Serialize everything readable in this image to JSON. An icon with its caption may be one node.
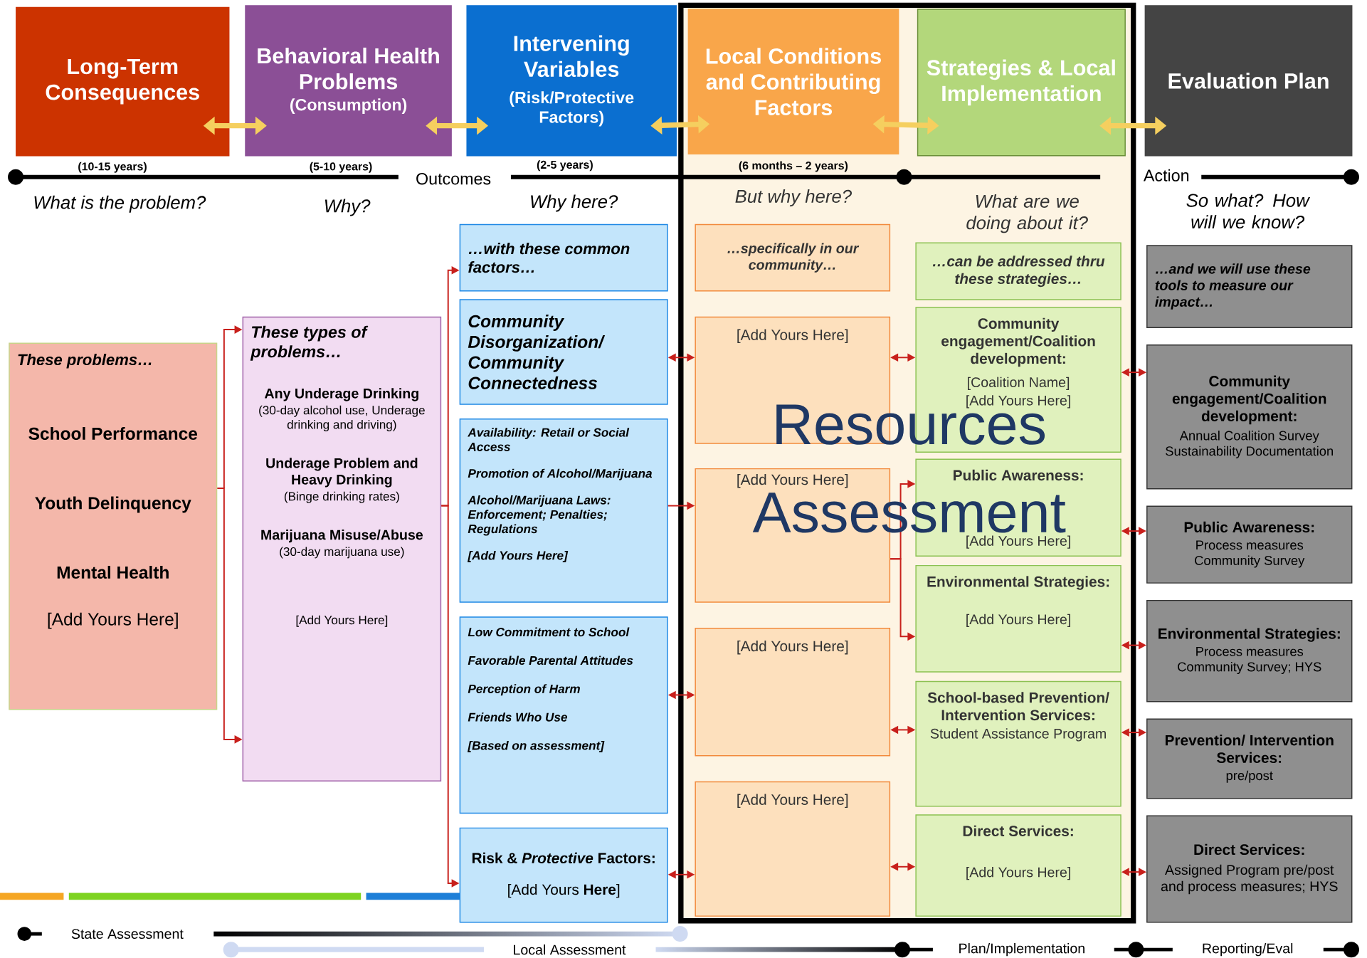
{
  "diagram": {
    "nodes": [
      {
        "text": [
          "Long-Term Consequences"
        ],
        "beside": [
          "(10-15 years)"
        ]
      },
      {
        "text": [
          "Behavioral Health Problems",
          "(Consumption)"
        ],
        "beside": [
          "(5-10 years)"
        ]
      },
      {
        "text": [
          "Intervening Variables",
          "(Risk/Protective Factors)"
        ],
        "beside": [
          "(2-5 years)"
        ]
      },
      {
        "text": [
          "Local Conditions and Contributing Factors"
        ],
        "beside": [
          "(6 months – 2 years)"
        ]
      },
      {
        "text": [
          "Strategies & Local Implementation"
        ]
      },
      {
        "text": [
          "Evaluation Plan"
        ]
      },
      {
        "text": [
          "These problems…",
          "School Performance",
          "Youth Delinquency",
          "Mental Health",
          "[Add Yours Here]"
        ]
      },
      {
        "text": [
          "These types of problems…",
          "Any Underage Drinking",
          "(30-day alcohol  use, Underage drinking and driving)",
          "Underage Problem and Heavy Drinking",
          "(Binge drinking rates)",
          "Marijuana Misuse/Abuse",
          "(30-day marijuana use)",
          "[Add Yours Here]"
        ]
      },
      {
        "text": [
          "…with these common factors…"
        ]
      },
      {
        "text": [
          "Community Disorganization/ Community Connectedness"
        ]
      },
      {
        "text": [
          "Availability:  Retail  or Social Access",
          "Promotion of Alcohol/Marijuana",
          "Alcohol/Marijuana  Laws: Enforcement; Penalties; Regulations",
          "[Add Yours Here]"
        ]
      },
      {
        "text": [
          "Low Commitment to School",
          "Favorable Parental Attitudes",
          "Perception of Harm",
          "Friends Who Use",
          "[Based on assessment]"
        ]
      },
      {
        "text": [
          "Risk & *Protective* Factors:",
          "[Add Yours **Here**]"
        ]
      },
      {
        "text": [
          "…specifically in our community…"
        ]
      },
      {
        "text": [
          "[Add Yours Here]"
        ]
      },
      {
        "text": [
          "[Add Yours Here]"
        ]
      },
      {
        "text": [
          "[Add Yours Here]"
        ]
      },
      {
        "text": [
          "[Add Yours Here]"
        ]
      },
      {
        "text": [
          "…can be addressed thru these strategies…"
        ]
      },
      {
        "text": [
          "Community engagement/Coalition development:",
          "[Coalition Name]",
          "[Add Yours Here]"
        ]
      },
      {
        "text": [
          "Public Awareness:",
          "[Add Yours Here]"
        ]
      },
      {
        "text": [
          "Environmental Strategies:",
          "[Add Yours Here]"
        ]
      },
      {
        "text": [
          "School-based Prevention/ Intervention  Services:",
          "Student Assistance Program"
        ]
      },
      {
        "text": [
          "Direct Services:",
          "[Add Yours Here]"
        ]
      },
      {
        "text": [
          "…and we will use these tools to measure our impact…"
        ]
      },
      {
        "text": [
          "Community engagement/Coalition development:",
          "Annual Coalition Survey",
          "Sustainability Documentation"
        ]
      },
      {
        "text": [
          "Public Awareness:",
          "Process measures",
          "Community Survey"
        ]
      },
      {
        "text": [
          "Environmental Strategies:",
          "Process measures",
          "Community Survey; HYS"
        ]
      },
      {
        "text": [
          "Prevention/ Intervention  Services:",
          "pre/post"
        ]
      },
      {
        "text": [
          "Direct Services:",
          "Assigned Program pre/post and  process measures; HYS"
        ]
      }
    ],
    "edges": [
      {
        "from": 0,
        "to": 1,
        "arrow": "both",
        "style": "thick",
        "color": "#f5cf5f"
      },
      {
        "from": 1,
        "to": 2,
        "arrow": "both",
        "style": "thick",
        "color": "#f5cf5f"
      },
      {
        "from": 2,
        "to": 3,
        "arrow": "both",
        "style": "thick",
        "color": "#f5cf5f"
      },
      {
        "from": 3,
        "to": 4,
        "arrow": "both",
        "style": "thick",
        "color": "#f5cf5f"
      },
      {
        "from": 4,
        "to": 5,
        "arrow": "both",
        "style": "thick",
        "color": "#f5cf5f"
      },
      {
        "from": 6,
        "to": 7,
        "arrow": "to"
      },
      {
        "from": 7,
        "to": 8,
        "arrow": "to"
      },
      {
        "from": 7,
        "to": 12,
        "arrow": "to"
      },
      {
        "from": 9,
        "to": 14,
        "arrow": "both"
      },
      {
        "from": 10,
        "to": 15,
        "arrow": "to"
      },
      {
        "from": 11,
        "to": 16,
        "arrow": "both"
      },
      {
        "from": 12,
        "to": 17,
        "arrow": "both"
      },
      {
        "from": 14,
        "to": 19,
        "arrow": "both"
      },
      {
        "from": 15,
        "to": 20,
        "arrow": "to"
      },
      {
        "from": 15,
        "to": 21,
        "arrow": "to"
      },
      {
        "from": 16,
        "to": 22,
        "arrow": "both"
      },
      {
        "from": 17,
        "to": 23,
        "arrow": "both"
      },
      {
        "from": 19,
        "to": 25,
        "arrow": "both"
      },
      {
        "from": 20,
        "to": 26,
        "arrow": "both"
      },
      {
        "from": 21,
        "to": 27,
        "arrow": "both"
      },
      {
        "from": 22,
        "to": 28,
        "arrow": "both"
      },
      {
        "from": 23,
        "to": 29,
        "arrow": "both"
      }
    ],
    "labels": [
      "Outcomes",
      "Action",
      "What is the problem?",
      "Why?",
      "Why here?",
      "But why here?",
      "What are we doing about it?",
      "So what? How will we know?",
      "Resources",
      "Assessment",
      "State Assessment",
      "Local Assessment",
      "Plan/Implementation",
      "Reporting/Eval"
    ]
  }
}
